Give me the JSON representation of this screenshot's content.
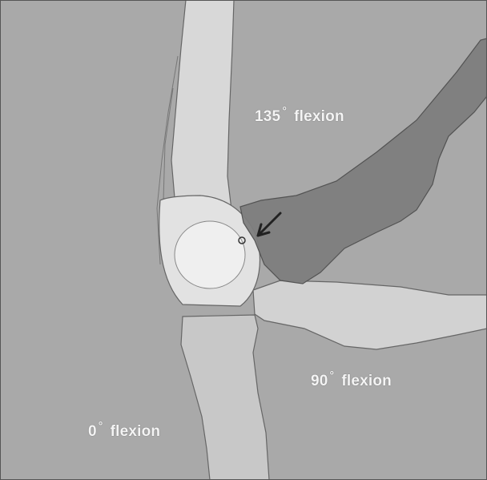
{
  "figure": {
    "labels": {
      "flexion_135": {
        "angle": "135",
        "degree_symbol": "°",
        "word": "flexion"
      },
      "flexion_90": {
        "angle": "90",
        "degree_symbol": "°",
        "word": "flexion"
      },
      "flexion_0": {
        "angle": "0",
        "degree_symbol": "°",
        "word": "flexion"
      }
    },
    "colors": {
      "background": "#a9a9a9",
      "bone_light": "#d6d6d6",
      "bone_highlight": "#eeeeee",
      "bone_dark_overlay": "#7c7c7c",
      "outline": "#555555",
      "label_text": "#f4f4f4"
    }
  }
}
